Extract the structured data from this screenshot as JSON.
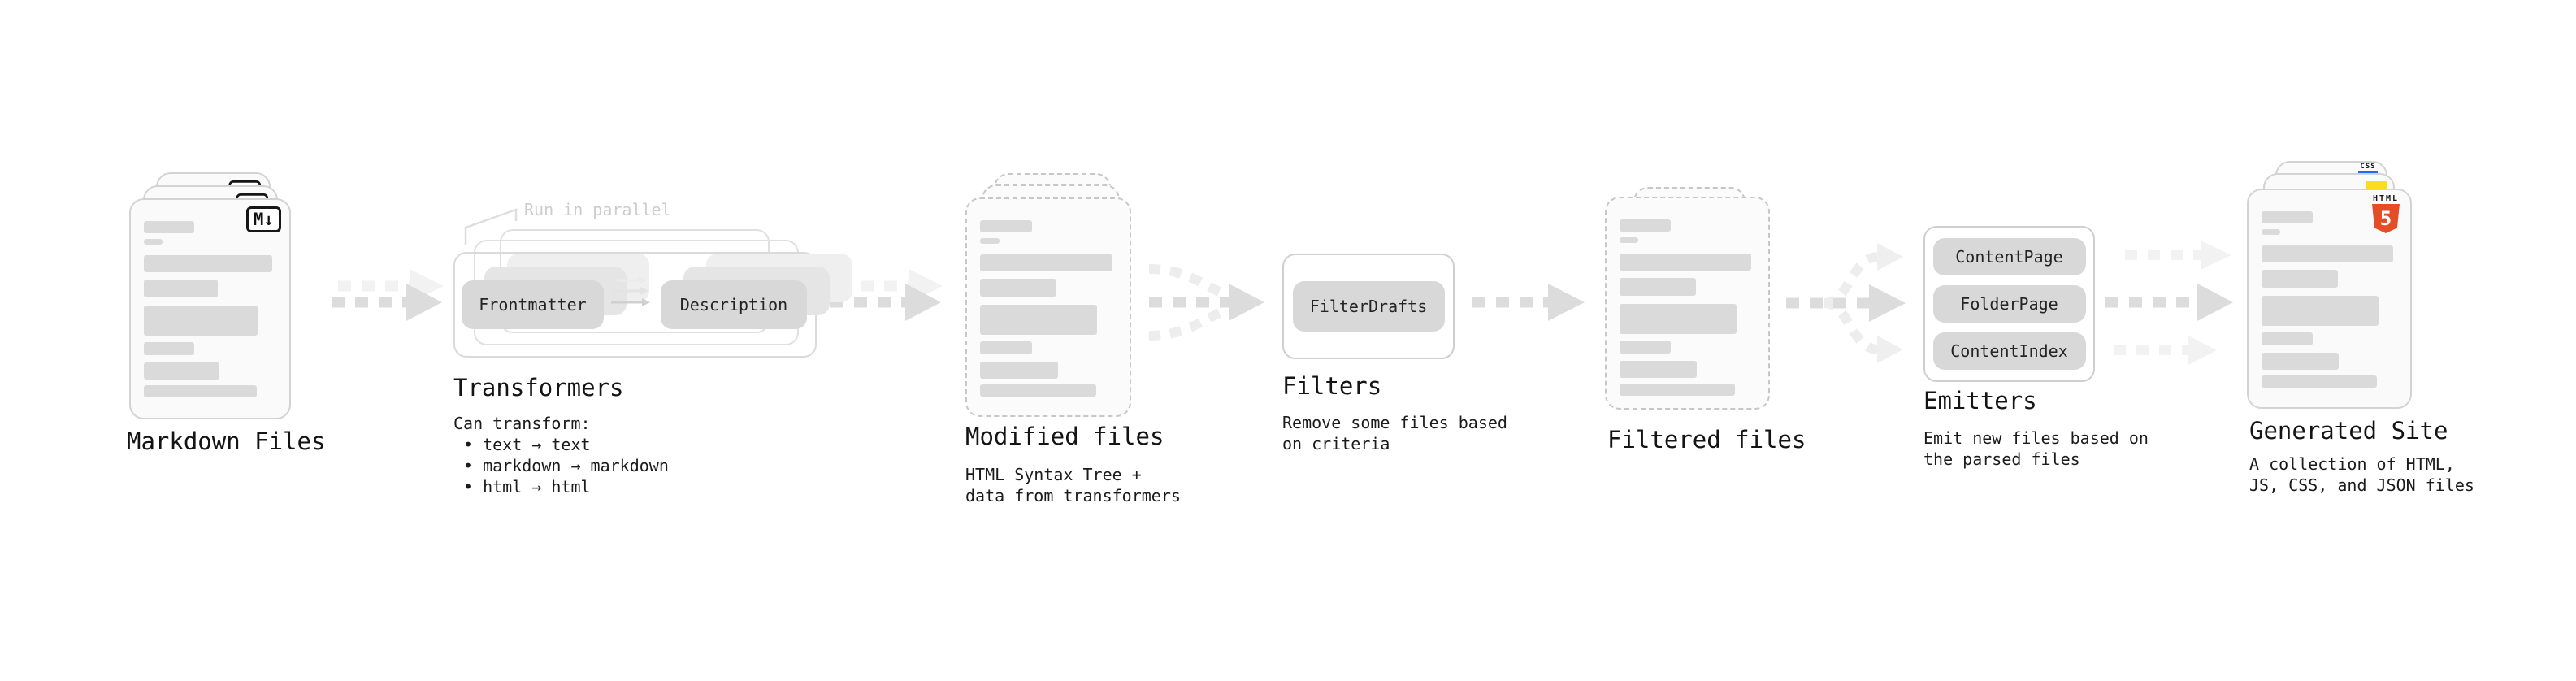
{
  "stages": {
    "markdown": {
      "label": "Markdown Files",
      "badge": "M↓"
    },
    "transformers": {
      "label": "Transformers",
      "note": "Run in parallel",
      "pill_left": "Frontmatter",
      "pill_right": "Description",
      "desc_title": "Can transform:",
      "bullets": [
        "• text → text",
        "• markdown → markdown",
        "• html → html"
      ]
    },
    "modified": {
      "label": "Modified files",
      "desc": [
        "HTML Syntax Tree +",
        "data from transformers"
      ]
    },
    "filters": {
      "label": "Filters",
      "pill": "FilterDrafts",
      "desc": [
        "Remove some files based",
        "on criteria"
      ]
    },
    "filtered": {
      "label": "Filtered files"
    },
    "emitters": {
      "label": "Emitters",
      "pills": [
        "ContentPage",
        "FolderPage",
        "ContentIndex"
      ],
      "desc": [
        "Emit new files based on",
        "the parsed files"
      ]
    },
    "generated": {
      "label": "Generated Site",
      "desc": [
        "A collection of HTML,",
        "JS, CSS, and JSON files"
      ],
      "badge_css": "CSS",
      "badge_html_text": "HTML",
      "badge_html_number": "5"
    }
  },
  "colors": {
    "html5_orange": "#e44d26",
    "js_yellow": "#f7df1e",
    "css_blue": "#2965f1",
    "arrow_dark": "#dcdcdc",
    "arrow_light": "#f2f2f2",
    "bar_gray": "#dadada",
    "pill_gray": "#d8d8d8",
    "card_border": "#d3d3d3"
  }
}
